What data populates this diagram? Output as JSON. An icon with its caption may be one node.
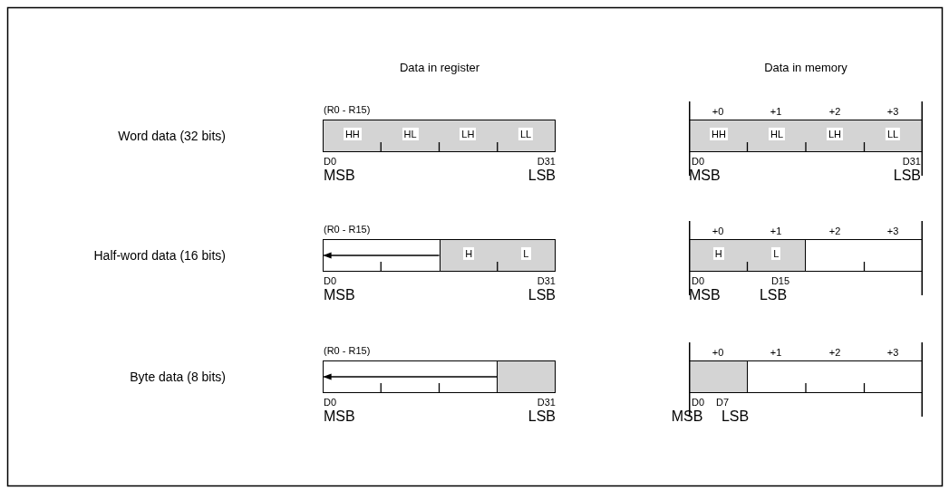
{
  "diagram": {
    "nodes": [
      {
        "text": [],
        "shape": "box"
      },
      {
        "text": [
          "HH",
          "HL",
          "LH",
          "LL"
        ],
        "in": 0
      },
      {
        "text": [],
        "shape": "box"
      },
      {
        "text": [
          "HH",
          "HL",
          "LH",
          "LL"
        ],
        "in": 2
      },
      {
        "text": [],
        "shape": "box"
      },
      {
        "text": [
          "H",
          "L"
        ],
        "in": 4
      },
      {
        "text": [],
        "shape": "box"
      },
      {
        "text": [
          "H",
          "L"
        ],
        "in": 6
      },
      {
        "text": [],
        "shape": "box"
      },
      {
        "text": [],
        "shape": "box",
        "in": 8
      },
      {
        "text": [],
        "shape": "box"
      },
      {
        "text": [],
        "shape": "box",
        "in": 10
      }
    ],
    "edges": [
      {
        "from": 5,
        "to": 4,
        "arrow": "to"
      },
      {
        "from": 9,
        "to": 8,
        "arrow": "to"
      }
    ],
    "labels": [
      "Data in register",
      "Data in memory",
      "Word data (32 bits)",
      "(R0 - R15)",
      "+0",
      "+1",
      "+2",
      "+3",
      "D0",
      "D31",
      "D0",
      "D31",
      "MSB",
      "LSB",
      "MSB",
      "LSB",
      "Half-word data (16 bits)",
      "(R0 - R15)",
      "+0",
      "+1",
      "+2",
      "+3",
      "D0",
      "D31",
      "D0",
      "D15",
      "MSB",
      "LSB",
      "MSB",
      "LSB",
      "Byte data (8 bits)",
      "(R0 - R15)",
      "+0",
      "+1",
      "+2",
      "+3",
      "D0",
      "D31",
      "D0",
      "D7",
      "MSB",
      "LSB",
      "MSB",
      "LSB"
    ]
  }
}
